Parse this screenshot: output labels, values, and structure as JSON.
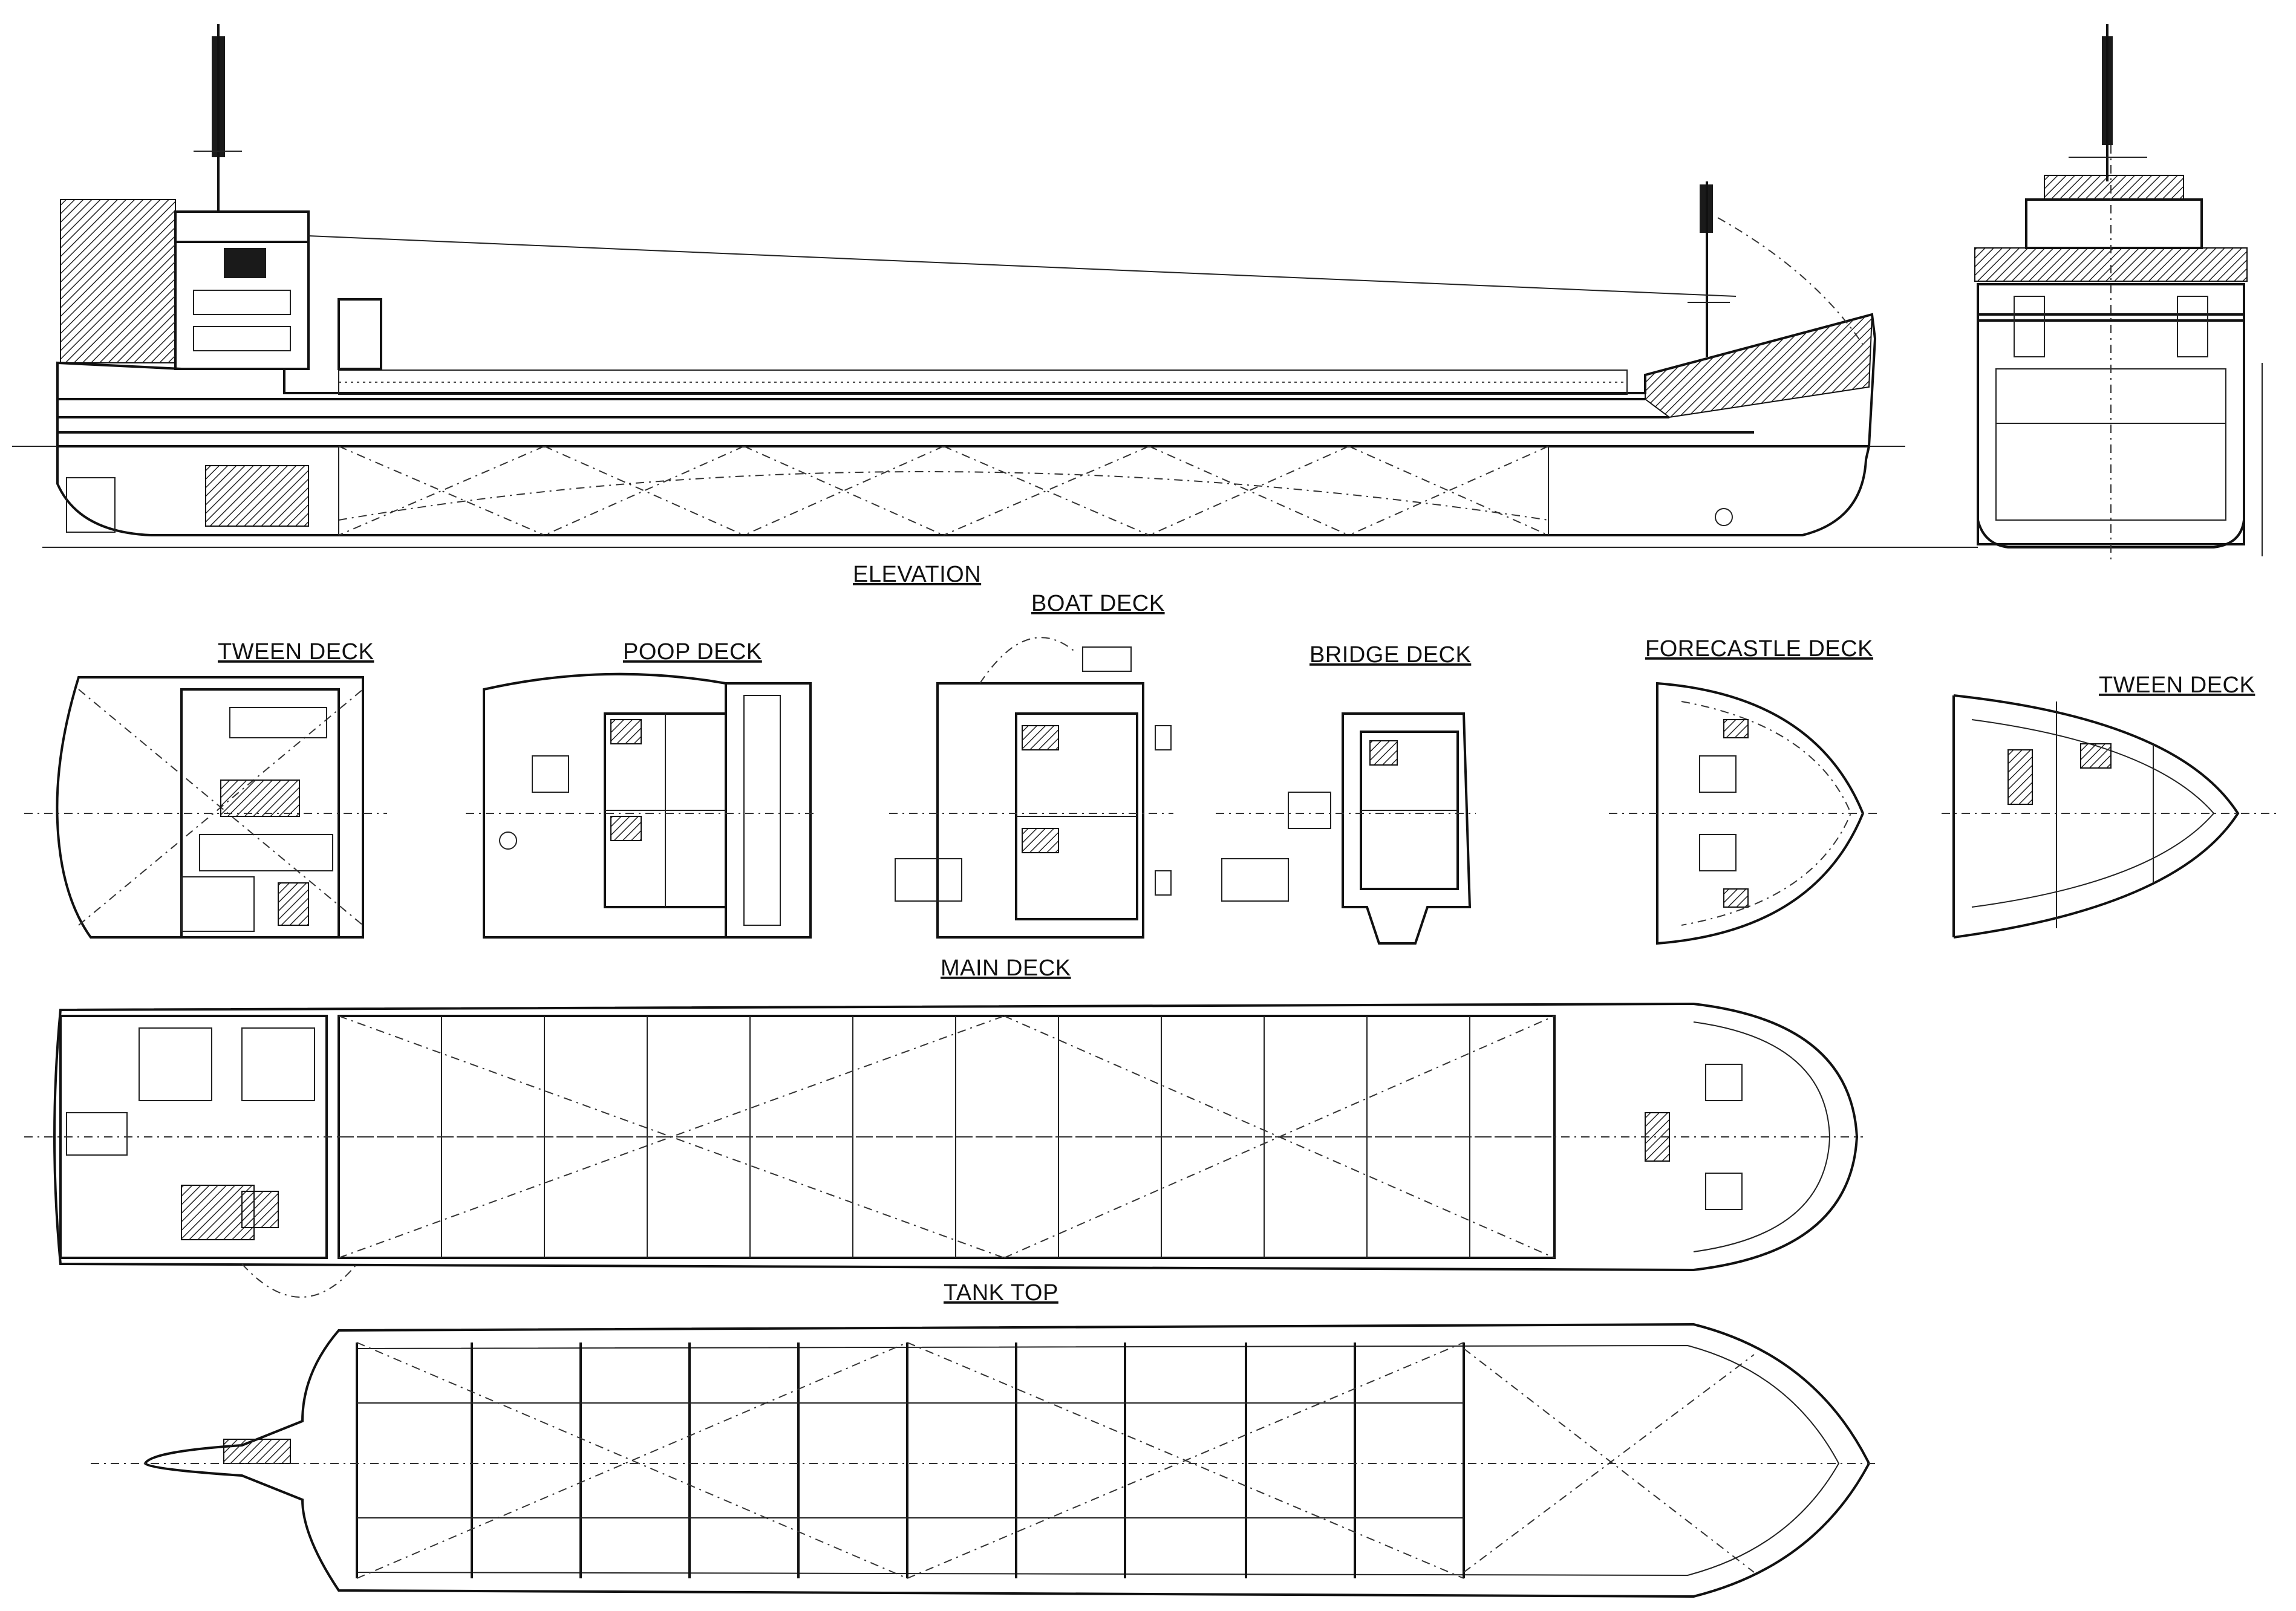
{
  "views": {
    "elevation": "ELEVATION",
    "boat_deck": "BOAT DECK",
    "tween_deck_aft": "TWEEN DECK",
    "poop_deck": "POOP DECK",
    "bridge_deck": "BRIDGE DECK",
    "forecastle_deck": "FORECASTLE DECK",
    "tween_deck_fwd": "TWEEN DECK",
    "main_deck": "MAIN DECK",
    "tank_top": "TANK TOP"
  },
  "colors": {
    "line": "#111111",
    "background": "#ffffff"
  }
}
